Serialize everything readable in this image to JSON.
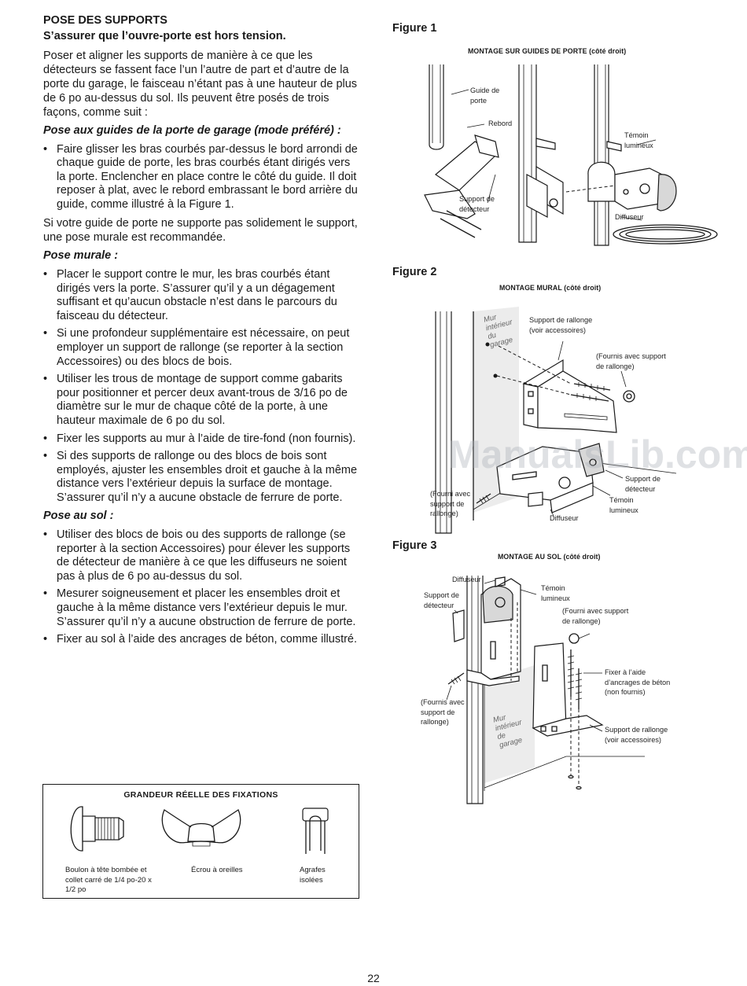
{
  "section": {
    "title": "POSE DES SUPPORTS",
    "warning": "S’assurer que l’ouvre-porte est hors tension.",
    "intro": "Poser et aligner les supports de manière à ce que les détecteurs se fassent face l’un l’autre de part et d’autre de la porte du garage, le faisceau n’étant pas à une hauteur de plus de 6 po au-dessus du sol. Ils peuvent être posés de trois façons, comme suit :"
  },
  "door_track": {
    "heading": "Pose aux guides de la porte de garage (mode préféré) :",
    "bullets": [
      "Faire glisser les bras courbés par-dessus le bord arrondi de chaque guide de porte, les bras courbés étant dirigés vers la porte. Enclencher en place contre le côté du guide. Il doit reposer à plat, avec le rebord embrassant le bord arrière du guide, comme illustré à la Figure 1."
    ],
    "note": "Si votre guide de porte ne supporte pas solidement le support, une pose murale est recommandée."
  },
  "wall": {
    "heading": "Pose murale :",
    "bullets": [
      "Placer le support contre le mur, les bras courbés étant dirigés vers la porte. S’assurer qu’il y a un dégagement suffisant et qu’aucun obstacle n’est dans le parcours du faisceau du détecteur.",
      "Si une profondeur supplémentaire est nécessaire, on peut employer un support de rallonge (se reporter à la section Accessoires) ou des blocs de bois.",
      "Utiliser les trous de montage de support comme gabarits pour positionner et percer deux avant-trous de 3/16 po de diamètre sur le mur de chaque côté de la porte, à une hauteur maximale de 6 po du sol.",
      "Fixer les supports au mur à l’aide de tire-fond (non fournis).",
      "Si des supports de rallonge ou des blocs de bois sont employés, ajuster les ensembles droit et gauche à la même distance vers l’extérieur depuis la surface de montage. S’assurer qu’il n’y a aucune obstacle de ferrure de porte."
    ]
  },
  "floor": {
    "heading": "Pose au sol :",
    "bullets": [
      "Utiliser des blocs de bois ou des supports de rallonge (se reporter à la section Accessoires) pour élever les supports de détecteur de manière à ce que les diffuseurs ne soient pas à plus de 6 po au-dessus du sol.",
      "Mesurer soigneusement et placer les ensembles droit et gauche à la même distance vers l’extérieur depuis le mur. S’assurer qu’il n’y a aucune obstruction de ferrure de porte.",
      "Fixer au sol à l’aide des ancrages de béton, comme illustré."
    ]
  },
  "fasteners": {
    "title": "GRANDEUR RÉELLE DES FIXATIONS",
    "items": [
      {
        "icon": "carriage-bolt-icon",
        "label": "Boulon à tête bombée et collet carré de 1/4 po-20 x 1/2 po"
      },
      {
        "icon": "wing-nut-icon",
        "label": "Écrou à oreilles"
      },
      {
        "icon": "insulated-staple-icon",
        "label": "Agrafes isolées"
      }
    ]
  },
  "figures": [
    {
      "label": "Figure 1",
      "caption": "MONTAGE SUR GUIDES DE PORTE (côté droit)",
      "callouts": [
        "Guide de porte",
        "Rebord",
        "Témoin lumineux",
        "Support de détecteur",
        "Diffuseur"
      ]
    },
    {
      "label": "Figure 2",
      "caption": "MONTAGE MURAL (côté droit)",
      "wall_label": "Mur intérieur du garage",
      "callouts": [
        "Support de rallonge (voir accessoires)",
        "(Fournis avec support de rallonge)",
        "Support de détecteur",
        "Témoin lumineux",
        "(Fourni avec support de rallonge)",
        "Diffuseur"
      ]
    },
    {
      "label": "Figure 3",
      "caption": "MONTAGE AU SOL (côté droit)",
      "wall_label": "Mur intérieur de garage",
      "callouts": [
        "Diffuseur",
        "Témoin lumineux",
        "Support de détecteur",
        "(Fourni avec support de rallonge)",
        "Fixer à l’aide d’ancrages de béton (non fournis)",
        "(Fournis avec support de rallonge)",
        "Support de rallonge (voir accessoires)"
      ]
    }
  ],
  "watermark": "ManualsLib.com",
  "page_number": "22"
}
